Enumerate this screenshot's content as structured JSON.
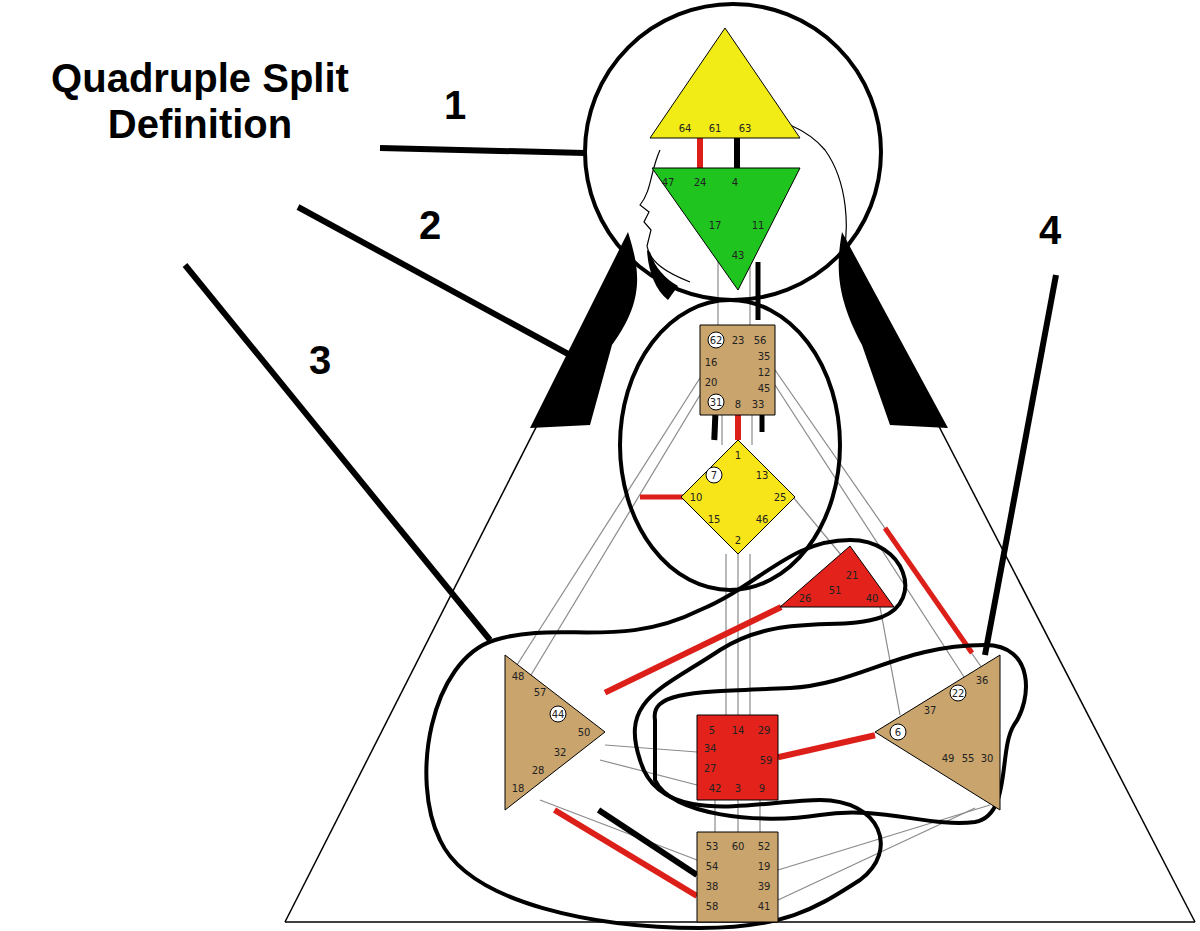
{
  "diagram": {
    "title": "Quadruple Split Definition",
    "nodes": [
      {
        "text": [
          "64",
          "61",
          "63"
        ]
      },
      {
        "text": [
          "47",
          "24",
          "4",
          "17",
          "43",
          "11"
        ]
      },
      {
        "text": [
          "62",
          "23",
          "56",
          "35",
          "12",
          "45",
          "33",
          "8",
          "31",
          "20",
          "16"
        ]
      },
      {
        "text": [
          "1",
          "13",
          "25",
          "46",
          "2",
          "15",
          "10",
          "7"
        ]
      },
      {
        "text": [
          "21",
          "51",
          "26",
          "40"
        ]
      },
      {
        "text": [
          "48",
          "57",
          "44",
          "50",
          "32",
          "28",
          "18"
        ]
      },
      {
        "text": [
          "36",
          "22",
          "37",
          "6",
          "49",
          "55",
          "30"
        ]
      },
      {
        "text": [
          "5",
          "14",
          "29",
          "34",
          "27",
          "59",
          "42",
          "3",
          "9"
        ]
      },
      {
        "text": [
          "53",
          "60",
          "52",
          "54",
          "38",
          "58",
          "19",
          "39",
          "41"
        ]
      }
    ],
    "edges": [
      {
        "from": 0,
        "to": 1,
        "arrow": "none"
      },
      {
        "from": 0,
        "to": 1,
        "arrow": "none"
      },
      {
        "from": 2,
        "to": 3,
        "arrow": "none"
      },
      {
        "from": 2,
        "to": 3,
        "arrow": "none"
      },
      {
        "from": 4,
        "to": 5,
        "arrow": "none"
      },
      {
        "from": 5,
        "to": 8,
        "arrow": "none"
      },
      {
        "from": 5,
        "to": 8,
        "arrow": "none"
      },
      {
        "from": 7,
        "to": 6,
        "arrow": "none"
      }
    ],
    "labels": [
      "1",
      "2",
      "3",
      "4"
    ]
  }
}
